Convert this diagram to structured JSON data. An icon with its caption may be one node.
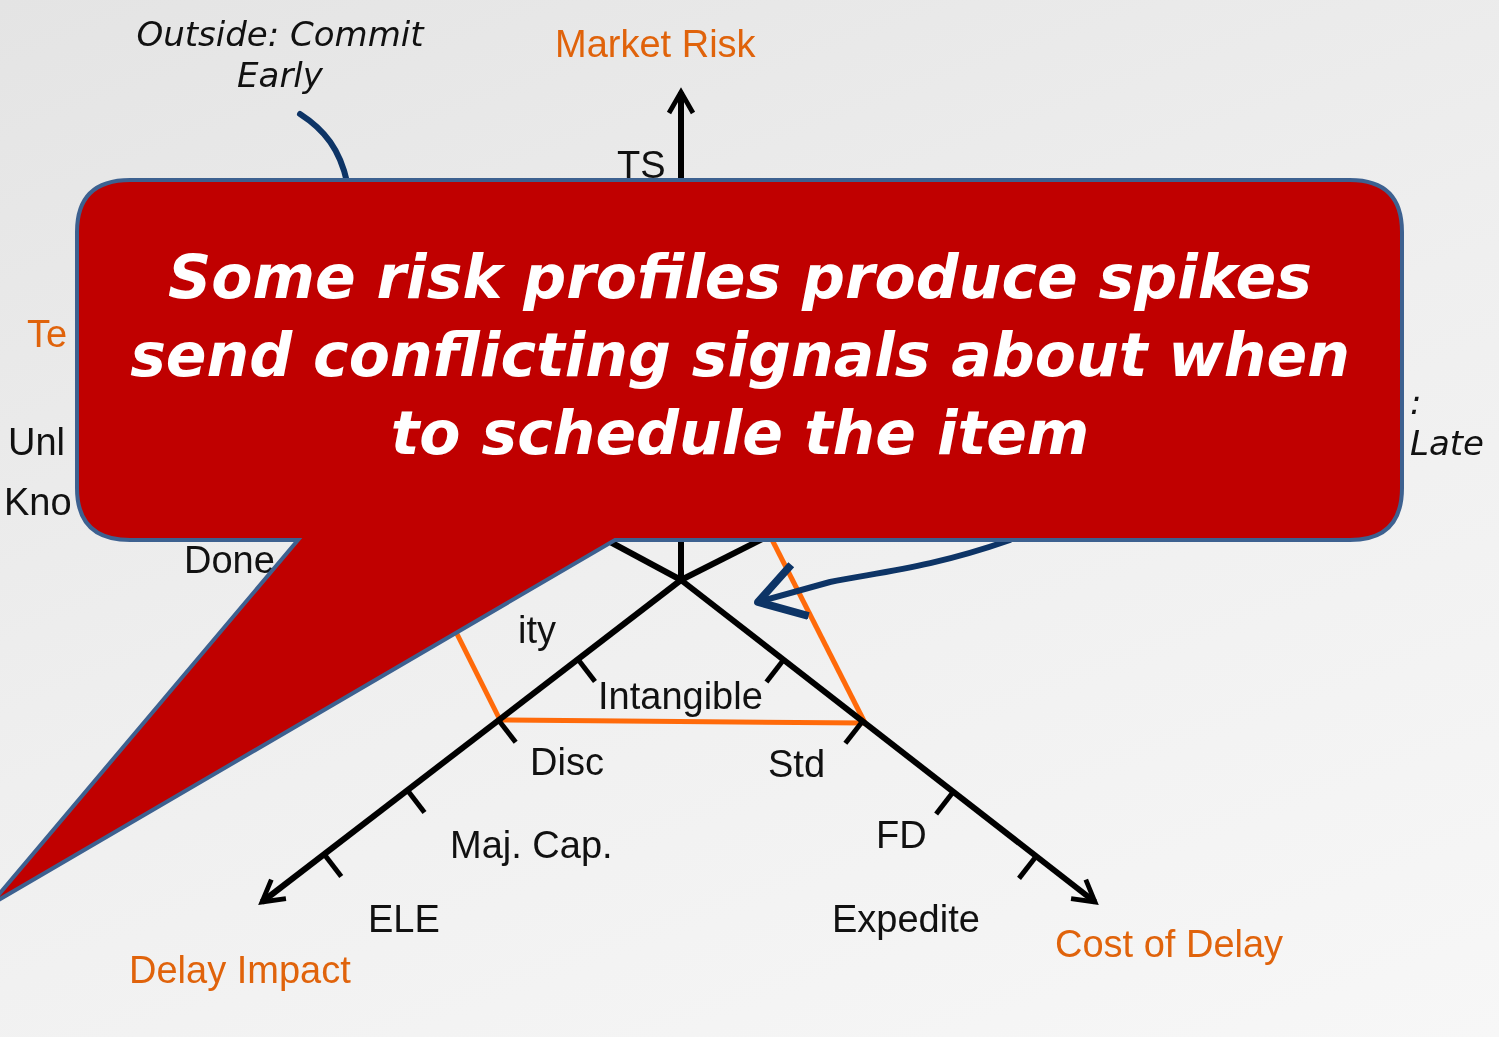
{
  "diagram": {
    "nodes": [
      {
        "text": [
          "Outside: Commit Early"
        ]
      },
      {
        "text": [
          ": Late"
        ]
      },
      {
        "text": [
          "Some risk profiles produce spikes send conflicting signals about when to schedule the item"
        ]
      }
    ],
    "edges": [
      {
        "from": 0,
        "to": 2,
        "arrow": "none"
      },
      {
        "from": 2,
        "to": null,
        "arrow": "to"
      }
    ],
    "labels": [
      "Market Risk",
      "TS",
      "Te",
      "Unl",
      "Kno",
      "Done",
      "ity",
      "Intangible",
      "Disc",
      "Std",
      "Maj. Cap.",
      "FD",
      "ELE",
      "Expedite",
      "Delay Impact",
      "Cost of Delay"
    ]
  }
}
